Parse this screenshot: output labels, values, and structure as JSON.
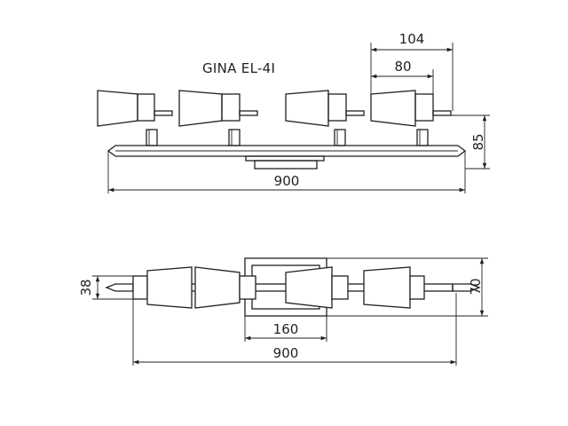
{
  "title": "GINA EL-4I",
  "side_view": {
    "dimensions": {
      "length": "900",
      "height": "85",
      "head_outer": "104",
      "head_inner": "80"
    }
  },
  "top_view": {
    "dimensions": {
      "length": "900",
      "rod_diameter": "38",
      "base_width": "70",
      "base_length": "160"
    }
  }
}
